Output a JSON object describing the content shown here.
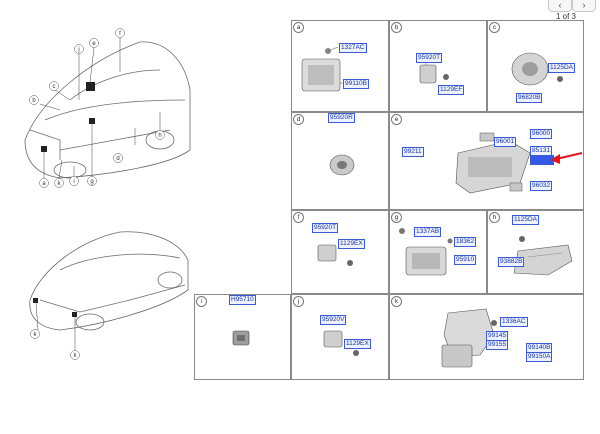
{
  "nav": {
    "prev": "‹",
    "next": "›",
    "page_info": "1 of 3"
  },
  "overview": {
    "front_callouts": [
      "a",
      "b",
      "c",
      "d",
      "e",
      "f",
      "g",
      "h",
      "i",
      "j",
      "k"
    ],
    "rear_callouts": [
      "k",
      "k"
    ]
  },
  "cells": [
    {
      "id": "a",
      "labels": [
        "1327AC",
        "99110B"
      ]
    },
    {
      "id": "b",
      "labels": [
        "95920T",
        "1129EF"
      ]
    },
    {
      "id": "c",
      "labels": [
        "1125DA",
        "96820B"
      ]
    },
    {
      "id": "d",
      "labels": [
        "95920R"
      ]
    },
    {
      "id": "e",
      "labels": [
        "96000",
        "99211",
        "96001",
        "85131",
        "",
        "96032"
      ]
    },
    {
      "id": "f",
      "labels": [
        "95920T",
        "1129EX"
      ]
    },
    {
      "id": "g",
      "labels": [
        "1337AB",
        "18362",
        "95910"
      ]
    },
    {
      "id": "h",
      "labels": [
        "1125DA",
        "93882B"
      ]
    },
    {
      "id": "i",
      "labels": [
        "H95710"
      ]
    },
    {
      "id": "j",
      "labels": [
        "95920V",
        "1129EX"
      ]
    },
    {
      "id": "k",
      "labels": [
        "1336AC",
        "99145",
        "99155",
        "99140B",
        "99150A"
      ]
    }
  ],
  "colors": {
    "label_border": "#3b5bd6",
    "label_text": "#12349e",
    "highlight": "#3359e6",
    "arrow": "#e8141c"
  }
}
